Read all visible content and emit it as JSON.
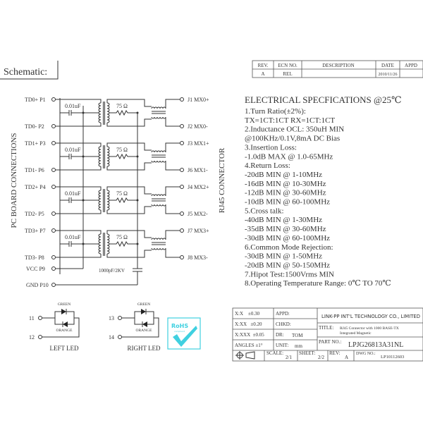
{
  "header": {
    "schematic_label": "Schematic:"
  },
  "revision_table": {
    "headers": [
      "REV.",
      "ECN NO.",
      "DESCRIPTION",
      "DATE",
      "APPD"
    ],
    "row": [
      "A",
      "REL",
      "",
      "2010/11/26",
      ""
    ]
  },
  "schematic": {
    "left_side_label": "PC BOARD CONNECTIONS",
    "right_side_label": "RJ45 CONNECTOR",
    "channels": [
      {
        "pos_pin": "TD0+ P1",
        "neg_pin": "TD0- P2",
        "pos_jack": "J1 MX0+",
        "neg_jack": "J2 MX0-",
        "cap": "0.01uF",
        "res": "75 Ω"
      },
      {
        "pos_pin": "TD1+ P3",
        "neg_pin": "TD1- P6",
        "pos_jack": "J3 MX1+",
        "neg_jack": "J6 MX1-",
        "cap": "0.01uF",
        "res": "75 Ω"
      },
      {
        "pos_pin": "TD2+ P4",
        "neg_pin": "TD2- P5",
        "pos_jack": "J4 MX2+",
        "neg_jack": "J5 MX2-",
        "cap": "0.01uF",
        "res": "75 Ω"
      },
      {
        "pos_pin": "TD3+ P7",
        "neg_pin": "TD3- P8",
        "pos_jack": "J7 MX3+",
        "neg_jack": "J8 MX3-",
        "cap": "0.01uF",
        "res": "75 Ω"
      }
    ],
    "vcc_pin": "VCC P9",
    "gnd_pin": "GND P10",
    "hv_cap": "1000pF/2KV"
  },
  "leds": [
    {
      "pin_a": "11",
      "pin_b": "12",
      "top_color": "GREEN",
      "bottom_color": "ORANGE",
      "label": "LEFT LED"
    },
    {
      "pin_a": "13",
      "pin_b": "14",
      "top_color": "GREEN",
      "bottom_color": "ORANGE",
      "label": "RIGHT LED"
    }
  ],
  "rohs": {
    "text": "RoHS",
    "sub": "compliant",
    "color": "#3fd0e0"
  },
  "specs": {
    "title": "ELECTRICAL SPECFICATIONS @25℃",
    "lines": [
      "1.Turn Ratio(±2%):",
      "  TX=1CT:1CT      RX=1CT:1CT",
      "2.Inductance OCL: 350uH MIN",
      "  @100KHz/0.1V,8mA DC Bias",
      "3.Insertion Loss:",
      "  -1.0dB MAX @ 1.0-65MHz",
      "4.Return Loss:",
      "  -20dB MIN @ 1-10MHz",
      "  -16dB MIN @ 10-30MHz",
      "  -12dB MIN @ 30-60MHz",
      "  -10dB MIN @ 60-100MHz",
      "5.Cross talk:",
      "  -40dB MIN @ 1-30MHz",
      "  -35dB MIN @ 30-60MHz",
      "  -30dB MIN @ 60-100MHz",
      "6.Common Mode Rejection:",
      "  -30dB MIN @ 1-50MHz",
      "  -20dB MIN @ 50-150MHz",
      "7.Hipot Test:1500Vrms MIN",
      "8.Operating Temperature Range: 0℃ TO 70℃"
    ]
  },
  "title_block": {
    "tol_x": "X:X    ±0.30",
    "tol_xx": "X:XX   ±0.20",
    "tol_xxx": "X:XXX  ±0.05",
    "angles": "ANGLES ±1°",
    "appd": "APPD:",
    "chkd": "CHKD:",
    "dr_label": "DR:",
    "dr": "TOM",
    "unit_label": "UNIT:",
    "unit": "mm",
    "company": "LINK-PP INT'L TECHNOLOGY CO., LIMITED",
    "title_label": "TITLE:",
    "title_line1": "RJ45 Connector with 1000 BASE-TX",
    "title_line2": "Integrated Magnetic",
    "part_label": "PART NO.:",
    "part_no": "LPJG26813A31NL",
    "scale_label": "SCALE:",
    "scale": "2/1",
    "sheet_label": "SHEET:",
    "sheet": "2/2",
    "rev_label": "REV:",
    "rev": "A",
    "dwg_label": "DWG NO.:",
    "dwg_no": "LP10112603"
  }
}
